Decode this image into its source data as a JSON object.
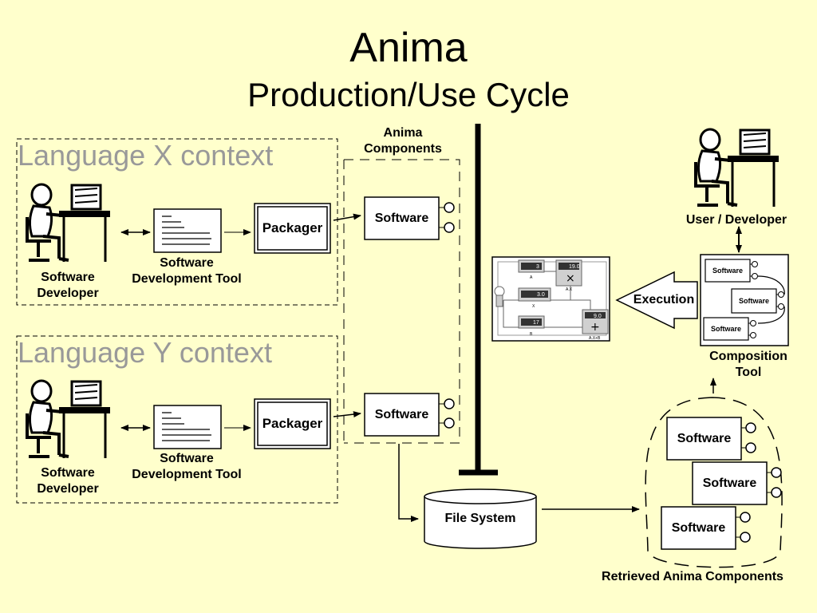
{
  "title": "Anima",
  "subtitle": "Production/Use Cycle",
  "contexts": {
    "x": "Language X context",
    "y": "Language Y context"
  },
  "labels": {
    "anima_components": [
      "Anima",
      "Components"
    ],
    "software_developer": [
      "Software",
      "Developer"
    ],
    "software_dev_tool": [
      "Software",
      "Development Tool"
    ],
    "packager": "Packager",
    "software": "Software",
    "file_system": "File System",
    "execution": "Execution",
    "user_developer": "User / Developer",
    "composition_tool": [
      "Composition",
      "Tool"
    ],
    "retrieved": "Retrieved Anima Components"
  },
  "execution_panel": {
    "counters": [
      "3",
      "3.0",
      "17",
      "9.0",
      "19.0"
    ],
    "counter_labels": [
      "A",
      "X",
      "B",
      "A.X",
      "A.X+B"
    ]
  },
  "colors": {
    "background": "#ffffcc",
    "context_label": "#999999",
    "panel_bg": "#d0d0d0"
  }
}
